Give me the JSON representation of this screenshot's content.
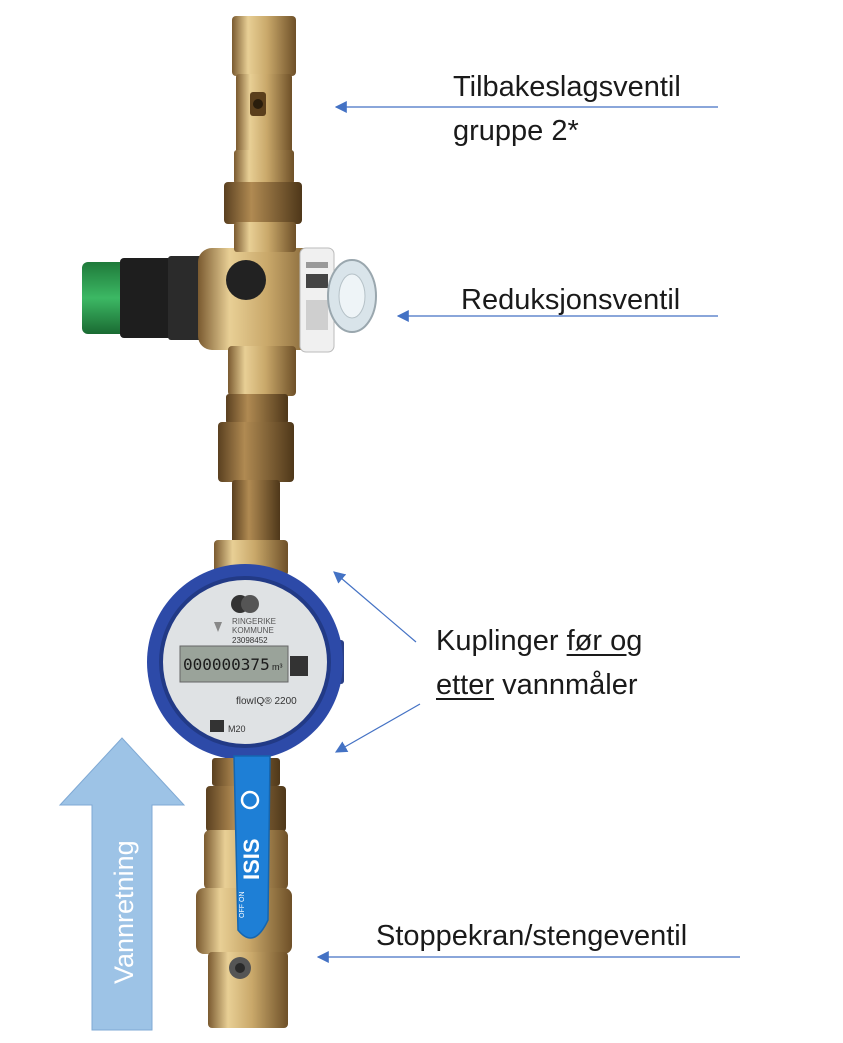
{
  "labels": {
    "check_valve_line1": "Tilbakeslagsventil",
    "check_valve_line2": "gruppe 2*",
    "reducing_valve": "Reduksjonsventil",
    "couplings_part1": "Kuplinger ",
    "couplings_underlined1": "før og ",
    "couplings_underlined2": "etter",
    "couplings_part2": " vannmåler",
    "stop_valve": "Stoppekran/stengeventil",
    "flow_direction": "Vannretning"
  },
  "meter": {
    "owner_line1": "RINGERIKE",
    "owner_line2": "KOMMUNE",
    "serial": "23098452",
    "reading": "000000375",
    "reading_unit": "m³",
    "model": "flowIQ® 2200",
    "approval": "M20"
  },
  "valve_handle": {
    "brand": "ISIS",
    "on": "ON",
    "off": "OFF"
  },
  "colors": {
    "brass": "#c9a86a",
    "brass_dark": "#8c6a3a",
    "meter_blue": "#2d4aa8",
    "handle_blue": "#1e7fd6",
    "arrow_fill": "#9dc3e6",
    "pointer_line": "#4472c4",
    "knob_green": "#2e9e4f"
  },
  "icons": [
    "flow-arrow-icon",
    "pointer-arrow-icon"
  ]
}
